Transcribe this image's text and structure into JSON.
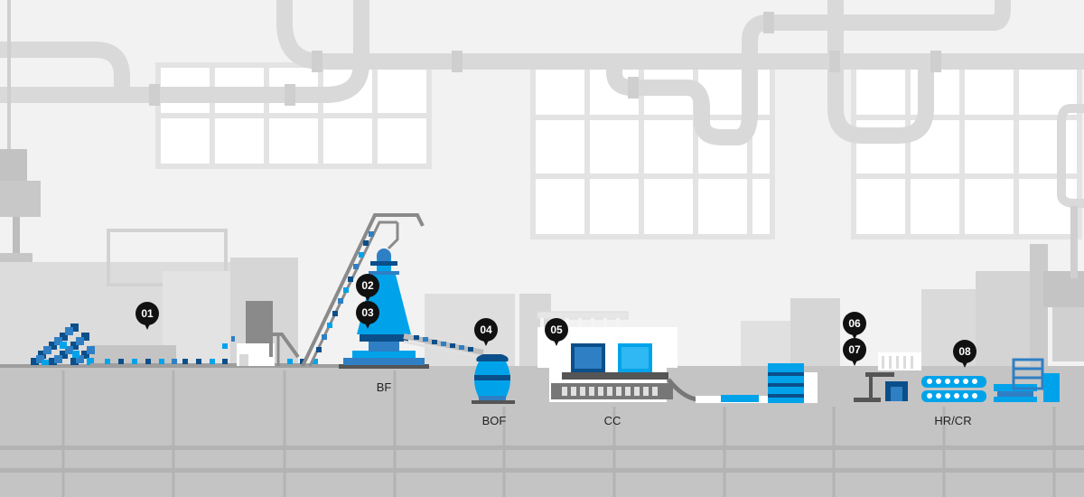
{
  "markers": [
    {
      "id": "01",
      "label": "01"
    },
    {
      "id": "02",
      "label": "02"
    },
    {
      "id": "03",
      "label": "03"
    },
    {
      "id": "04",
      "label": "04"
    },
    {
      "id": "05",
      "label": "05"
    },
    {
      "id": "06",
      "label": "06"
    },
    {
      "id": "07",
      "label": "07"
    },
    {
      "id": "08",
      "label": "08"
    }
  ],
  "stages": {
    "bf": "BF",
    "bof": "BOF",
    "cc": "CC",
    "hrcr": "HR/CR"
  },
  "colors": {
    "background": "#f2f2f2",
    "window_frame": "#e6e6e6",
    "pipe": "#d9d9d9",
    "building_light": "#dedede",
    "building_mid": "#d0d0d0",
    "machine_grey": "#bdbdbd",
    "floor": "#c4c4c4",
    "floor_line": "#b0b0b0",
    "blue_bright": "#00a3ea",
    "blue_mid": "#2f7fc4",
    "blue_dark": "#0b4f8a",
    "dark_grey": "#555555",
    "marker": "#111111"
  }
}
